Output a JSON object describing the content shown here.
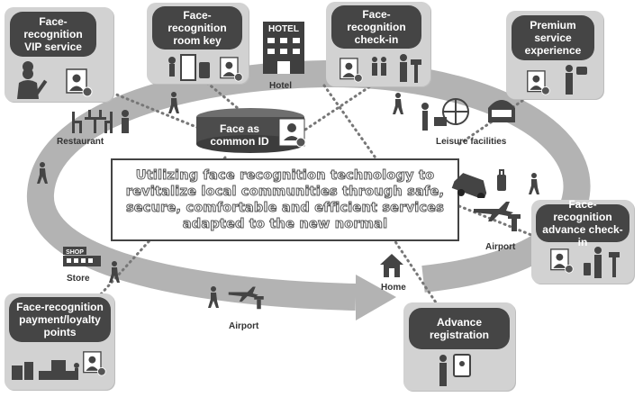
{
  "hub": {
    "line1": "Face as",
    "line2": "common ID"
  },
  "banner": {
    "line1": "Utilizing face recognition technology to",
    "line2": "revitalize local communities through safe,",
    "line3": "secure, comfortable and efficient services",
    "line4": "adapted to the new normal"
  },
  "services": {
    "vip": {
      "line1": "Face-",
      "line2": "recognition",
      "line3": "VIP service"
    },
    "room_key": {
      "line1": "Face-",
      "line2": "recognition",
      "line3": "room key"
    },
    "checkin": {
      "line1": "Face-",
      "line2": "recognition",
      "line3": "check-in"
    },
    "premium": {
      "line1": "Premium",
      "line2": "service",
      "line3": "experience"
    },
    "advance_checkin": {
      "line1": "Face-recognition",
      "line2": "advance check-",
      "line3": "in"
    },
    "payment": {
      "line1": "Face-recognition",
      "line2": "payment/loyalty",
      "line3": "points"
    },
    "registration": {
      "line1": "Advance",
      "line2": "registration"
    }
  },
  "places": {
    "hotel": "Hotel",
    "restaurant": "Restaurant",
    "leisure": "Leisure facilities",
    "store": "Store",
    "airport_right": "Airport",
    "airport_bottom": "Airport",
    "home": "Home"
  },
  "signs": {
    "hotel": "HOTEL",
    "shop": "SHOP"
  },
  "colors": {
    "ring": "#b3b3b3",
    "pill": "#454545",
    "card": "#d2d2d2",
    "banner_border": "#444444"
  }
}
